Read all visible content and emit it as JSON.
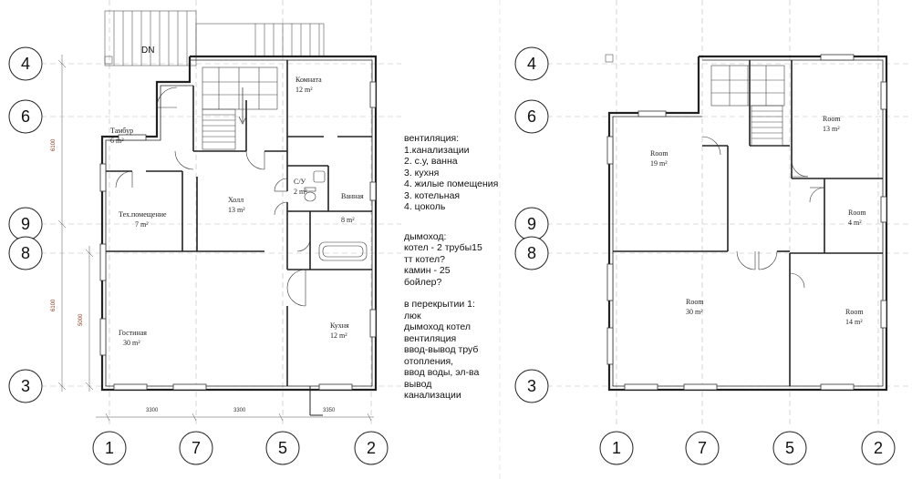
{
  "left_plan": {
    "stair_label": "DN",
    "rooms": [
      {
        "id": "komnata",
        "name": "Комната",
        "area": "12 m²"
      },
      {
        "id": "tambur",
        "name": "Тамбур",
        "area": "6 m²"
      },
      {
        "id": "su",
        "name": "С/У",
        "area": "2 m²"
      },
      {
        "id": "holl",
        "name": "Холл",
        "area": "13 m²"
      },
      {
        "id": "vannaya",
        "name": "Ванная",
        "area": "8 m²"
      },
      {
        "id": "tech",
        "name": "Тех.помещение",
        "area": "7 m²"
      },
      {
        "id": "gostinaya",
        "name": "Гостиная",
        "area": "30 m²"
      },
      {
        "id": "kuhnya",
        "name": "Кухня",
        "area": "12 m²"
      }
    ],
    "dimensions": {
      "bottom": [
        "3300",
        "3300",
        "3350"
      ],
      "left_upper": "6100",
      "left_lower": "6100",
      "left_inner": "5000"
    }
  },
  "right_plan": {
    "rooms": [
      {
        "id": "r13",
        "name": "Room",
        "area": "13 m²"
      },
      {
        "id": "r19",
        "name": "Room",
        "area": "19 m²"
      },
      {
        "id": "r4",
        "name": "Room",
        "area": "4 m²"
      },
      {
        "id": "r30",
        "name": "Room",
        "area": "30 m²"
      },
      {
        "id": "r14",
        "name": "Room",
        "area": "14 m²"
      }
    ]
  },
  "axes": {
    "rows": [
      "4",
      "6",
      "9",
      "8",
      "3"
    ],
    "columns": [
      "1",
      "7",
      "5",
      "2"
    ]
  },
  "notes": {
    "ventilation": [
      "вентиляция:",
      "1.канализации",
      "2. с.у, ванна",
      "3. кухня",
      "4. жилые помещения",
      "3. котельная",
      "4. цоколь"
    ],
    "chimney": [
      "дымоход:",
      "котел - 2 трубы15",
      "тт котел?",
      "камин - 25",
      "бойлер?"
    ],
    "floor": [
      "в перекрытии 1:",
      "люк",
      "дымоход котел",
      "вентиляция",
      "ввод-вывод труб",
      "отопления,",
      "ввод воды, эл-ва",
      "вывод",
      "канализации"
    ]
  }
}
